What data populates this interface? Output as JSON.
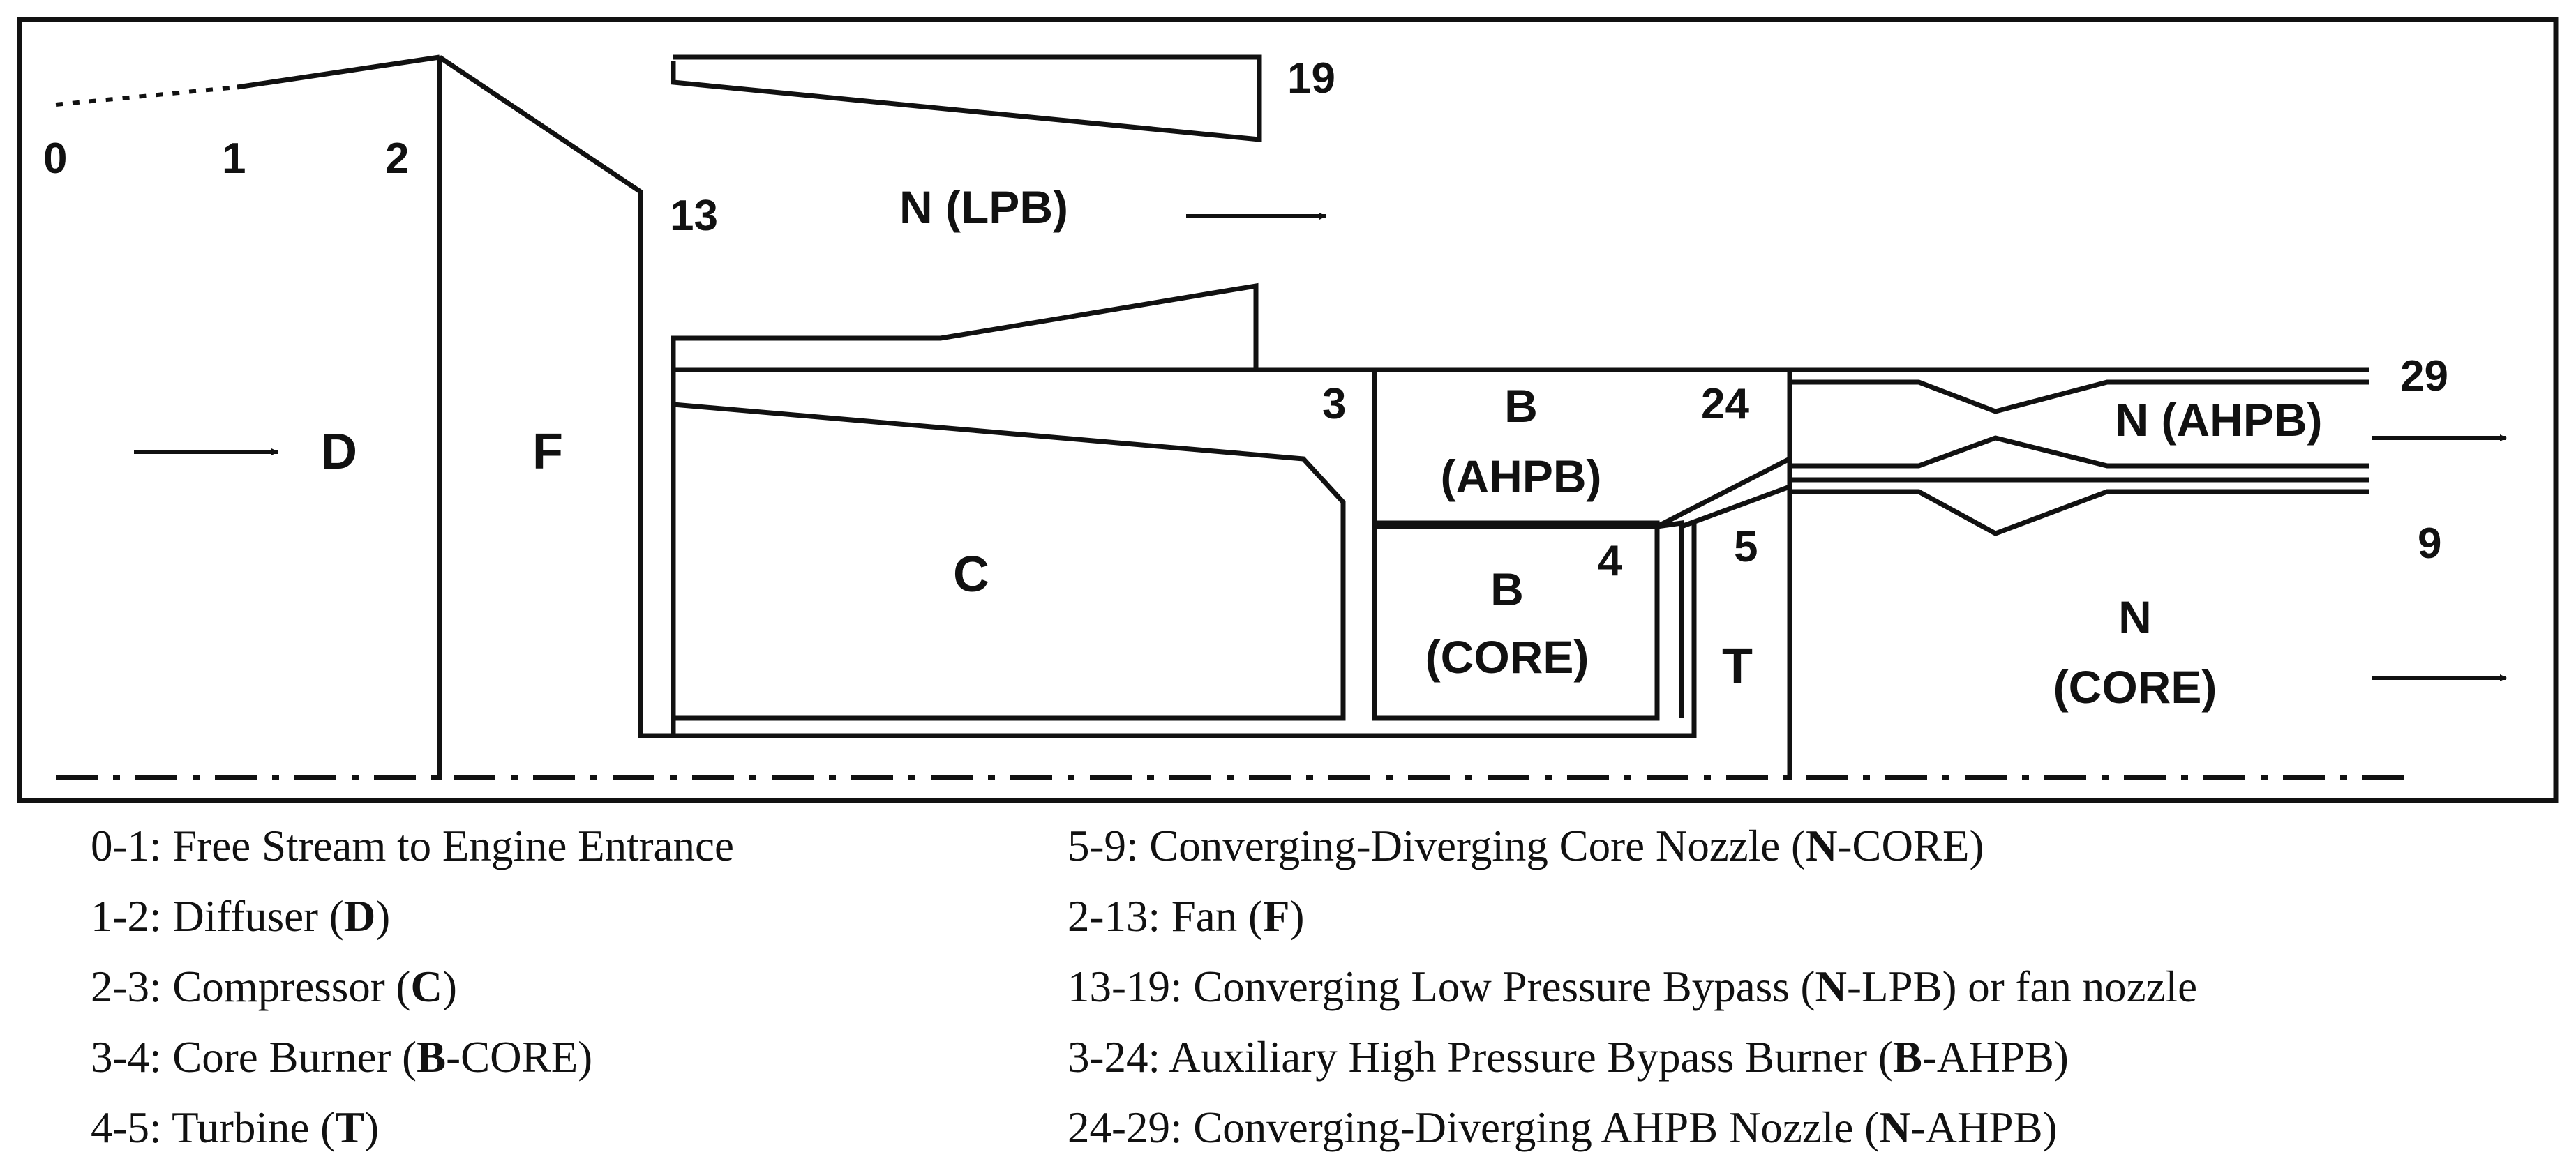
{
  "diagram": {
    "stations": {
      "s0": "0",
      "s1": "1",
      "s2": "2",
      "s13": "13",
      "s19": "19",
      "s3": "3",
      "s24": "24",
      "s4": "4",
      "s5": "5",
      "s29": "29",
      "s9": "9"
    },
    "components": {
      "diffuser": "D",
      "fan": "F",
      "compressor": "C",
      "lpb_nozzle": "N (LPB)",
      "ahpb_burner_top": "B",
      "ahpb_burner_bottom": "(AHPB)",
      "core_burner_top": "B",
      "core_burner_bottom": "(CORE)",
      "turbine": "T",
      "ahpb_nozzle": "N (AHPB)",
      "core_nozzle_top": "N",
      "core_nozzle_bottom": "(CORE)"
    }
  },
  "legend": {
    "left": [
      {
        "range": "0-1",
        "text": "Free Stream to Engine Entrance",
        "pre": "",
        "sym": "",
        "post": ""
      },
      {
        "range": "1-2",
        "text": "Diffuser (",
        "pre": "",
        "sym": "D",
        "post": ")"
      },
      {
        "range": "2-3",
        "text": "Compressor (",
        "pre": "",
        "sym": "C",
        "post": ")"
      },
      {
        "range": "3-4",
        "text": "Core Burner (",
        "pre": "",
        "sym": "B",
        "post": "-CORE)"
      },
      {
        "range": "4-5",
        "text": "Turbine (",
        "pre": "",
        "sym": "T",
        "post": ")"
      }
    ],
    "right": [
      {
        "range": "5-9",
        "text": "Converging-Diverging Core Nozzle (",
        "sym": "N",
        "post": "-CORE)"
      },
      {
        "range": "2-13",
        "text": "Fan (",
        "sym": "F",
        "post": ")"
      },
      {
        "range": "13-19",
        "text": "Converging Low Pressure Bypass (",
        "sym": "N",
        "post": "-LPB) or fan nozzle"
      },
      {
        "range": "3-24",
        "text": "Auxiliary High Pressure Bypass Burner (",
        "sym": "B",
        "post": "-AHPB)"
      },
      {
        "range": "24-29",
        "text": "Converging-Diverging AHPB Nozzle (",
        "sym": "N",
        "post": "-AHPB)"
      }
    ]
  }
}
